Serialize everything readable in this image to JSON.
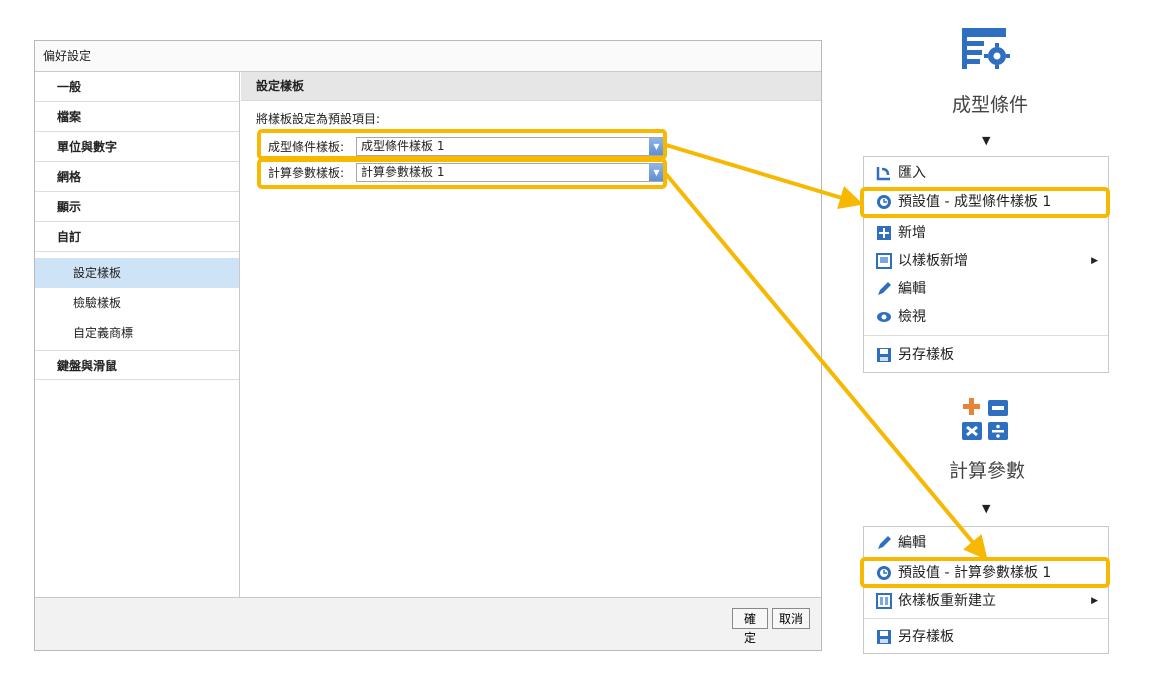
{
  "dialog": {
    "title": "偏好設定",
    "nav": [
      {
        "label": "一般"
      },
      {
        "label": "檔案"
      },
      {
        "label": "單位與數字"
      },
      {
        "label": "網格"
      },
      {
        "label": "顯示"
      },
      {
        "label": "自訂"
      }
    ],
    "nav_sub": [
      {
        "label": "設定樣板",
        "selected": true
      },
      {
        "label": "檢驗樣板"
      },
      {
        "label": "自定義商標"
      }
    ],
    "nav_last": {
      "label": "鍵盤與滑鼠"
    },
    "main": {
      "header": "設定樣板",
      "caption": "將樣板設定為預設項目:",
      "fields": [
        {
          "label": "成型條件樣板:",
          "value": "成型條件樣板 1"
        },
        {
          "label": "計算參數樣板:",
          "value": "計算參數樣板 1"
        }
      ]
    },
    "buttons": {
      "ok": "確定",
      "cancel": "取消"
    }
  },
  "ribbon_molding": {
    "label": "成型條件",
    "menu": [
      {
        "label": "匯入",
        "icon": "import-icon"
      },
      {
        "label": "預設值 - 成型條件樣板 1",
        "icon": "default-value-icon"
      },
      {
        "label": "新增",
        "icon": "new-icon"
      },
      {
        "label": "以樣板新增",
        "icon": "template-new-icon",
        "submenu": true
      },
      {
        "label": "編輯",
        "icon": "edit-pencil-icon"
      },
      {
        "label": "檢視",
        "icon": "view-eye-icon"
      },
      {
        "label": "另存樣板",
        "icon": "save-template-icon"
      }
    ]
  },
  "ribbon_calc": {
    "label": "計算參數",
    "menu": [
      {
        "label": "編輯",
        "icon": "edit-pencil-icon"
      },
      {
        "label": "預設值 - 計算參數樣板 1",
        "icon": "default-value-icon"
      },
      {
        "label": "依樣板重新建立",
        "icon": "rebuild-template-icon",
        "submenu": true
      },
      {
        "label": "另存樣板",
        "icon": "save-template-icon"
      }
    ]
  },
  "colors": {
    "highlight": "#f6b800",
    "selected_nav": "#cfe3f7",
    "accent_blue": "#2f6fbf"
  }
}
